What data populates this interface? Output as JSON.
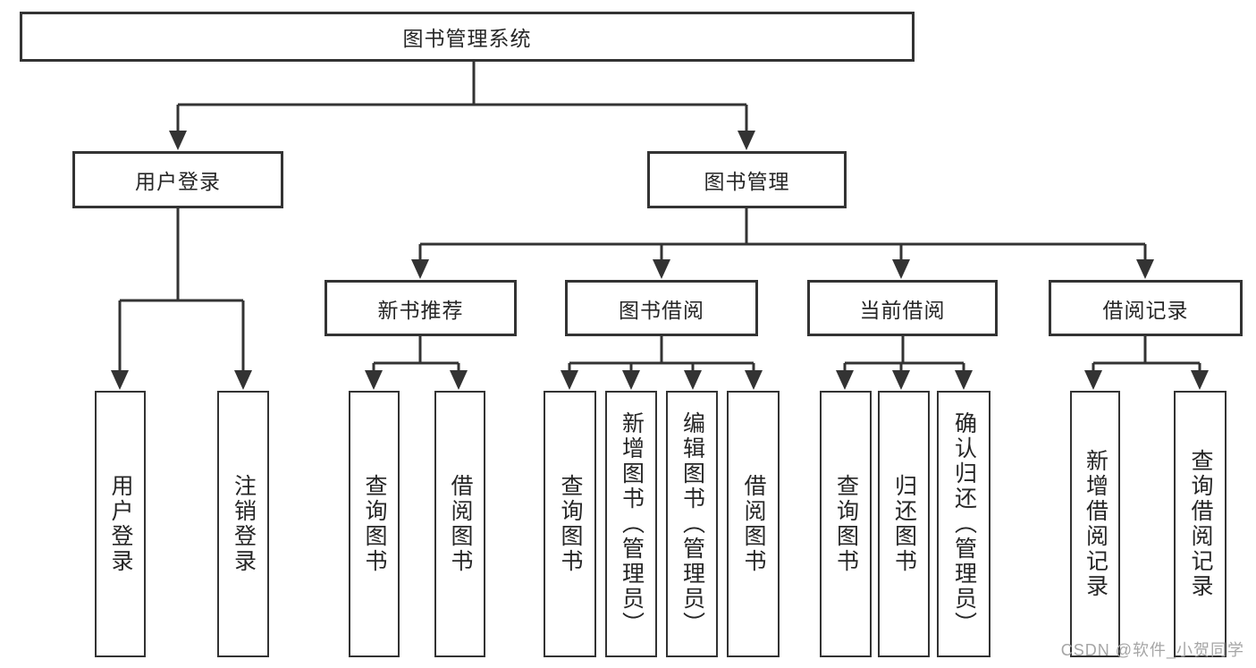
{
  "colors": {
    "line": "#333333",
    "box_border": "#333333",
    "text": "#262626",
    "watermark": "#a6a6a6",
    "background": "#ffffff"
  },
  "watermark": {
    "text": "CSDN @软件_小贺同学"
  },
  "tree": {
    "label": "图书管理系统",
    "children": [
      {
        "label": "用户登录",
        "children": [
          {
            "label": "用户登录"
          },
          {
            "label": "注销登录"
          }
        ]
      },
      {
        "label": "图书管理",
        "children": [
          {
            "label": "新书推荐",
            "children": [
              {
                "label": "查询图书"
              },
              {
                "label": "借阅图书"
              }
            ]
          },
          {
            "label": "图书借阅",
            "children": [
              {
                "label": "查询图书"
              },
              {
                "label": "新增图书（管理员）"
              },
              {
                "label": "编辑图书（管理员）"
              },
              {
                "label": "借阅图书"
              }
            ]
          },
          {
            "label": "当前借阅",
            "children": [
              {
                "label": "查询图书"
              },
              {
                "label": "归还图书"
              },
              {
                "label": "确认归还（管理员）"
              }
            ]
          },
          {
            "label": "借阅记录",
            "children": [
              {
                "label": "新增借阅记录"
              },
              {
                "label": "查询借阅记录"
              }
            ]
          }
        ]
      }
    ]
  }
}
